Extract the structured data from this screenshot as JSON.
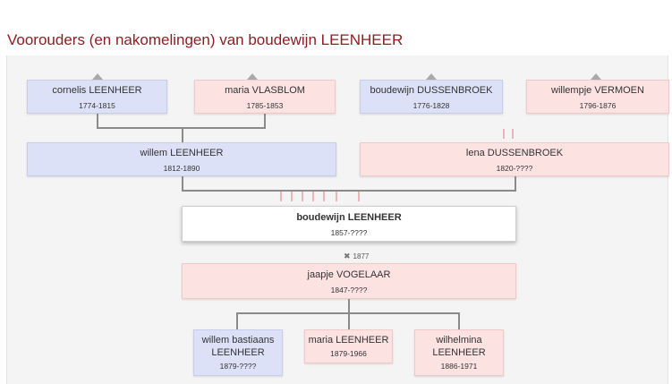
{
  "page": {
    "title": "Voorouders (en nakomelingen) van boudewijn LEENHEER"
  },
  "grandparents": [
    {
      "name": "cornelis LEENHEER",
      "dates": "1774-1815",
      "gender": "male"
    },
    {
      "name": "maria VLASBLOM",
      "dates": "1785-1853",
      "gender": "female"
    },
    {
      "name": "boudewijn DUSSENBROEK",
      "dates": "1776-1828",
      "gender": "male"
    },
    {
      "name": "willempje VERMOEN",
      "dates": "1796-1876",
      "gender": "female"
    }
  ],
  "parents": [
    {
      "name": "willem LEENHEER",
      "dates": "1812-1890",
      "gender": "male"
    },
    {
      "name": "lena DUSSENBROEK",
      "dates": "1820-????",
      "gender": "female"
    }
  ],
  "subject": {
    "name": "boudewijn LEENHEER",
    "dates": "1857-????"
  },
  "marriage": {
    "year": "1877",
    "icon": "rings-cross-icon"
  },
  "spouse": {
    "name": "jaapje VOGELAAR",
    "dates": "1847-????",
    "gender": "female"
  },
  "children": [
    {
      "name_line1": "willem bastiaans",
      "name_line2": "LEENHEER",
      "dates": "1879-????",
      "gender": "male"
    },
    {
      "name_line1": "maria LEENHEER",
      "name_line2": "",
      "dates": "1879-1966",
      "gender": "female"
    },
    {
      "name_line1": "wilhelmina",
      "name_line2": "LEENHEER",
      "dates": "1886-1971",
      "gender": "female"
    }
  ],
  "colors": {
    "title": "#8b1f24",
    "male_box": "#dde1f7",
    "female_box": "#fde2e2",
    "connector": "#8a8a8a"
  }
}
